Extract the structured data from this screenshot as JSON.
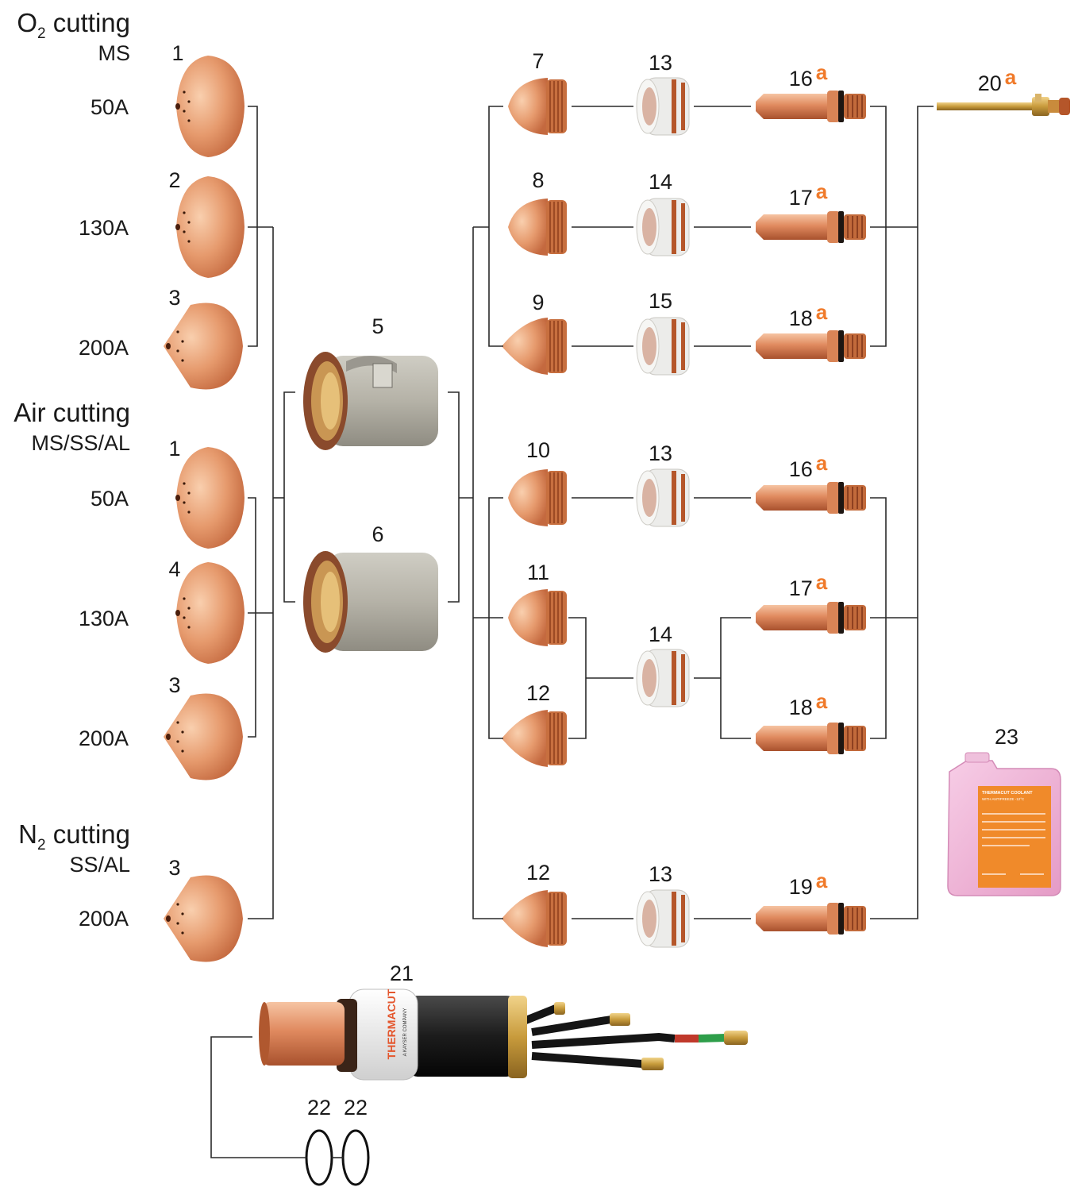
{
  "colors": {
    "copper_light": "#f3b48f",
    "copper_mid": "#e08a5f",
    "copper_dark": "#b45a34",
    "accent_suffix": "#f07a2a",
    "line": "#2a2a2a",
    "coolant_pink": "#f1b6d9",
    "coolant_label": "#f08a2a"
  },
  "sections": [
    {
      "title": "O",
      "subscript": "2",
      "title_rest": " cutting",
      "material": "MS"
    },
    {
      "title": "Air cutting",
      "subscript": "",
      "title_rest": "",
      "material": "MS/SS/AL"
    },
    {
      "title": "N",
      "subscript": "2",
      "title_rest": " cutting",
      "material": "SS/AL"
    }
  ],
  "currents": [
    "50A",
    "130A",
    "200A",
    "50A",
    "130A",
    "200A",
    "200A"
  ],
  "left_part_numbers": [
    "1",
    "2",
    "3",
    "1",
    "4",
    "3",
    "3"
  ],
  "retaining_caps": [
    "5",
    "6"
  ],
  "nozzles": [
    "7",
    "8",
    "9",
    "10",
    "11",
    "12",
    "12"
  ],
  "swirl_rings": [
    "13",
    "14",
    "15",
    "13",
    "14",
    "13"
  ],
  "electrodes": [
    {
      "number": "16",
      "suffix": "a"
    },
    {
      "number": "17",
      "suffix": "a"
    },
    {
      "number": "18",
      "suffix": "a"
    },
    {
      "number": "16",
      "suffix": "a"
    },
    {
      "number": "17",
      "suffix": "a"
    },
    {
      "number": "18",
      "suffix": "a"
    },
    {
      "number": "19",
      "suffix": "a"
    }
  ],
  "cooling_tube": {
    "number": "20",
    "suffix": "a"
  },
  "torch_head": {
    "number": "21",
    "brand_text": "THERMACUT",
    "brand_sub": "A KAYSER COMPANY"
  },
  "o_rings": [
    "22",
    "22"
  ],
  "coolant": {
    "number": "23",
    "label_title": "THERMACUT COOLANT",
    "label_sub": "WITH ANTIFREEZE -12°C"
  }
}
